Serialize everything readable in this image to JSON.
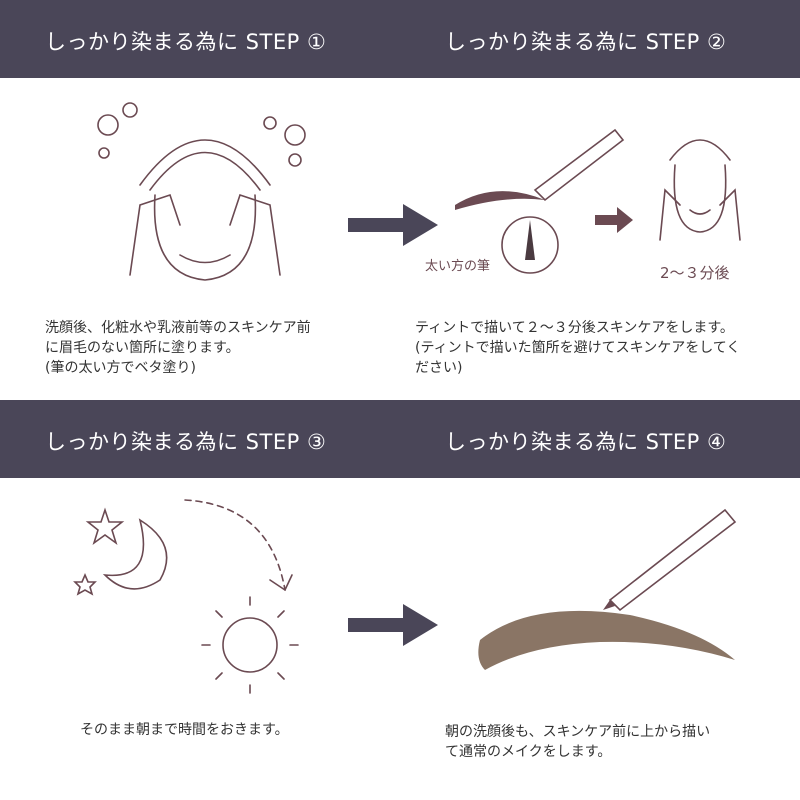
{
  "headers": [
    "しっかり染まる為に STEP ①",
    "しっかり染まる為に STEP ②",
    "しっかり染まる為に STEP ③",
    "しっかり染まる為に STEP ④"
  ],
  "step1": {
    "text": "洗顔後、化粧水や乳液前等のスキンケア前\nに眉毛のない箇所に塗ります。\n(筆の太い方でベタ塗り)"
  },
  "step2": {
    "brush_label": "太い方の筆",
    "wait_label": "2～３分後",
    "text": "ティントで描いて２～３分後スキンケアをします。\n(ティントで描いた箇所を避けてスキンケアをしてく\nださい)"
  },
  "step3": {
    "text": "そのまま朝まで時間をおきます。"
  },
  "step4": {
    "text": "朝の洗顔後も、スキンケア前に上から描い\nて通常のメイクをします。"
  },
  "colors": {
    "header_bg": "#4a4658",
    "arrow": "#4a4658",
    "line": "#6b4a52",
    "brow": "#8a7565"
  }
}
